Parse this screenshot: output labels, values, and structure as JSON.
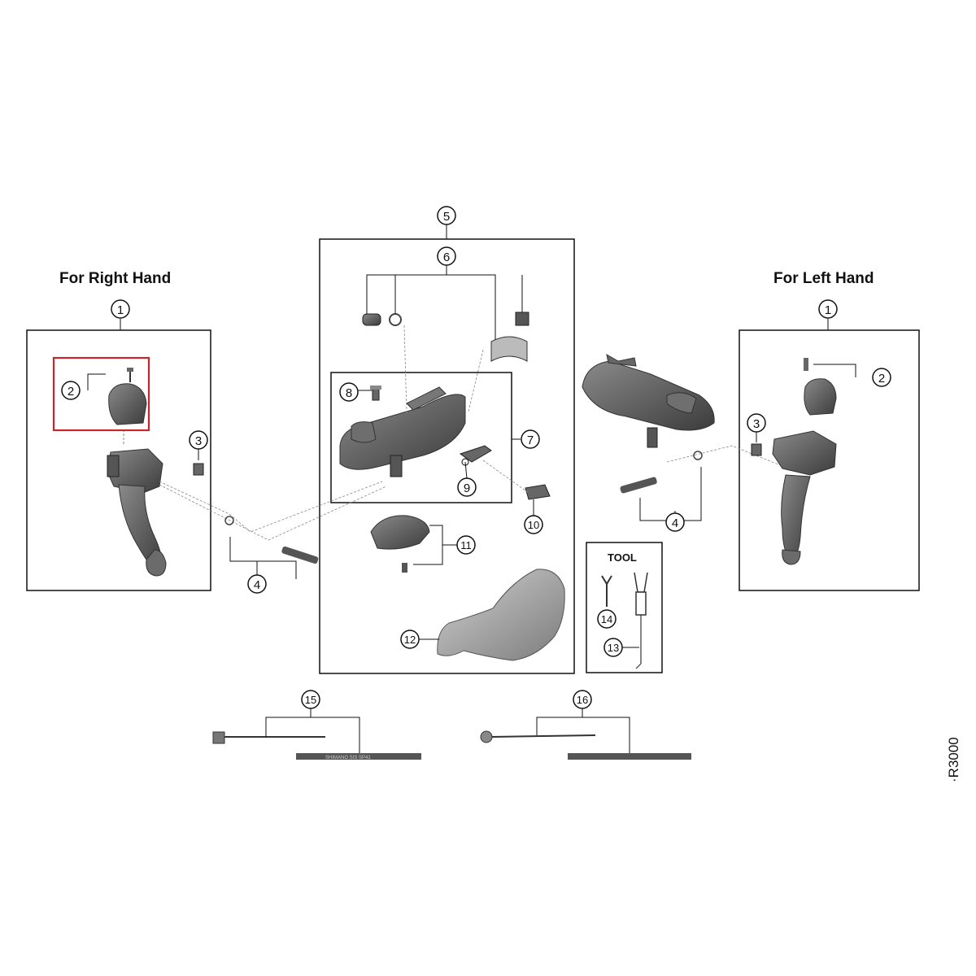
{
  "headings": {
    "right_hand": "For Right Hand",
    "left_hand": "For Left Hand",
    "tool": "TOOL"
  },
  "model_code": "·R3000",
  "cable_print": "SHIMANO SIS SP41",
  "callouts": [
    "1",
    "2",
    "3",
    "4",
    "5",
    "6",
    "7",
    "8",
    "9",
    "10",
    "11",
    "12",
    "13",
    "14",
    "15",
    "16"
  ],
  "highlight": {
    "target_callout": "2",
    "side": "right",
    "color": "#c8262c"
  },
  "colors": {
    "part_dark": "#4a4a4a",
    "part_mid": "#7a7a7a",
    "part_light": "#b0b0b0",
    "line": "#111111"
  },
  "icons": [
    "lever-body-icon",
    "cover-icon",
    "bolt-icon",
    "cable-icon",
    "tool-icon"
  ]
}
